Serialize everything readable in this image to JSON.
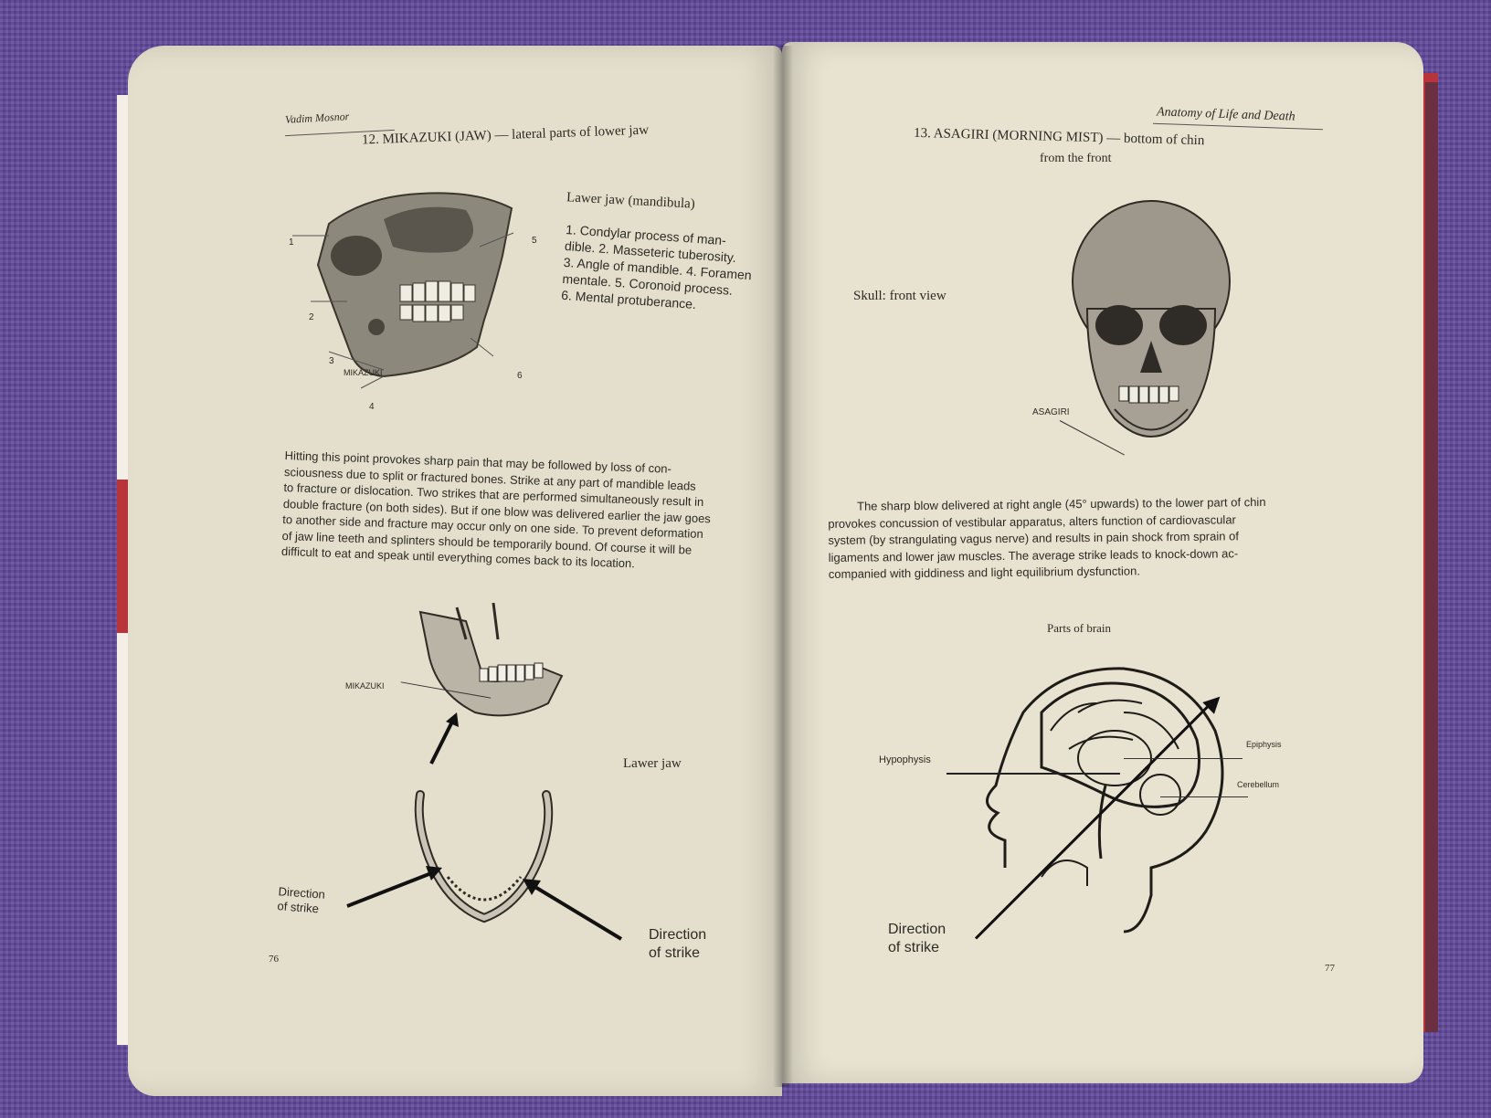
{
  "left_page": {
    "running_head": "Vadim Mosnor",
    "title_term": "12. MIKAZUKI (JAW)",
    "title_rest": "— lateral parts of lower jaw",
    "figure1_caption": "Lawer jaw (mandibula)",
    "figure1_legend": [
      "1. Condylar process of man-",
      "dible. 2. Masseteric tuberosity.",
      "3. Angle of mandible. 4. Foramen",
      "mentale. 5. Coronoid process.",
      "6. Mental protuberance."
    ],
    "skull_labels": {
      "n1": "1",
      "n2": "2",
      "n3": "3",
      "n4": "4",
      "n5": "5",
      "n6": "6",
      "mikazuki": "MIKAZUKI"
    },
    "paragraph": [
      "Hitting this point provokes sharp pain that may be followed by loss of con-",
      "sciousness due to split or fractured bones. Strike at any part of mandible leads",
      "to fracture or dislocation. Two strikes that are performed simultaneously result in",
      "double fracture (on both sides). But if one blow was delivered earlier the jaw goes",
      "to another side and fracture may occur only on one side. To prevent deformation",
      "of jaw line teeth and splinters should be temporarily bound. Of course it will be",
      "difficult to eat and speak until everything comes back to its location."
    ],
    "jaw_label": "MIKAZUKI",
    "figure2_caption": "Lawer jaw",
    "direction_left": [
      "Direction",
      "of strike"
    ],
    "direction_right": [
      "Direction",
      "of strike"
    ],
    "page_number": "76"
  },
  "right_page": {
    "running_head": "Anatomy of Life and Death",
    "title_term": "13. ASAGIRI (MORNING MIST)",
    "title_rest": "— bottom of chin",
    "title_line2": "from the front",
    "skull_caption": "Skull: front view",
    "skull_label": "ASAGIRI",
    "paragraph": [
      "The sharp blow delivered at right angle (45° upwards) to the lower part of chin",
      "provokes concussion of vestibular apparatus, alters function of cardiovascular",
      "system (by strangulating vagus nerve) and results in pain shock from sprain of",
      "ligaments and lower jaw muscles. The average strike leads to knock-down ac-",
      "companied with giddiness and light equilibrium dysfunction."
    ],
    "brain_caption": "Parts of brain",
    "brain_labels": {
      "hypophysis": "Hypophysis",
      "epiphysis": "Epiphysis",
      "cerebellum": "Cerebellum"
    },
    "direction": [
      "Direction",
      "of strike"
    ],
    "page_number": "77"
  },
  "colors": {
    "paper": "#e7e2cf",
    "ink": "#2c2a25",
    "cover_red": "#b8343a",
    "background": "#5d4590"
  }
}
